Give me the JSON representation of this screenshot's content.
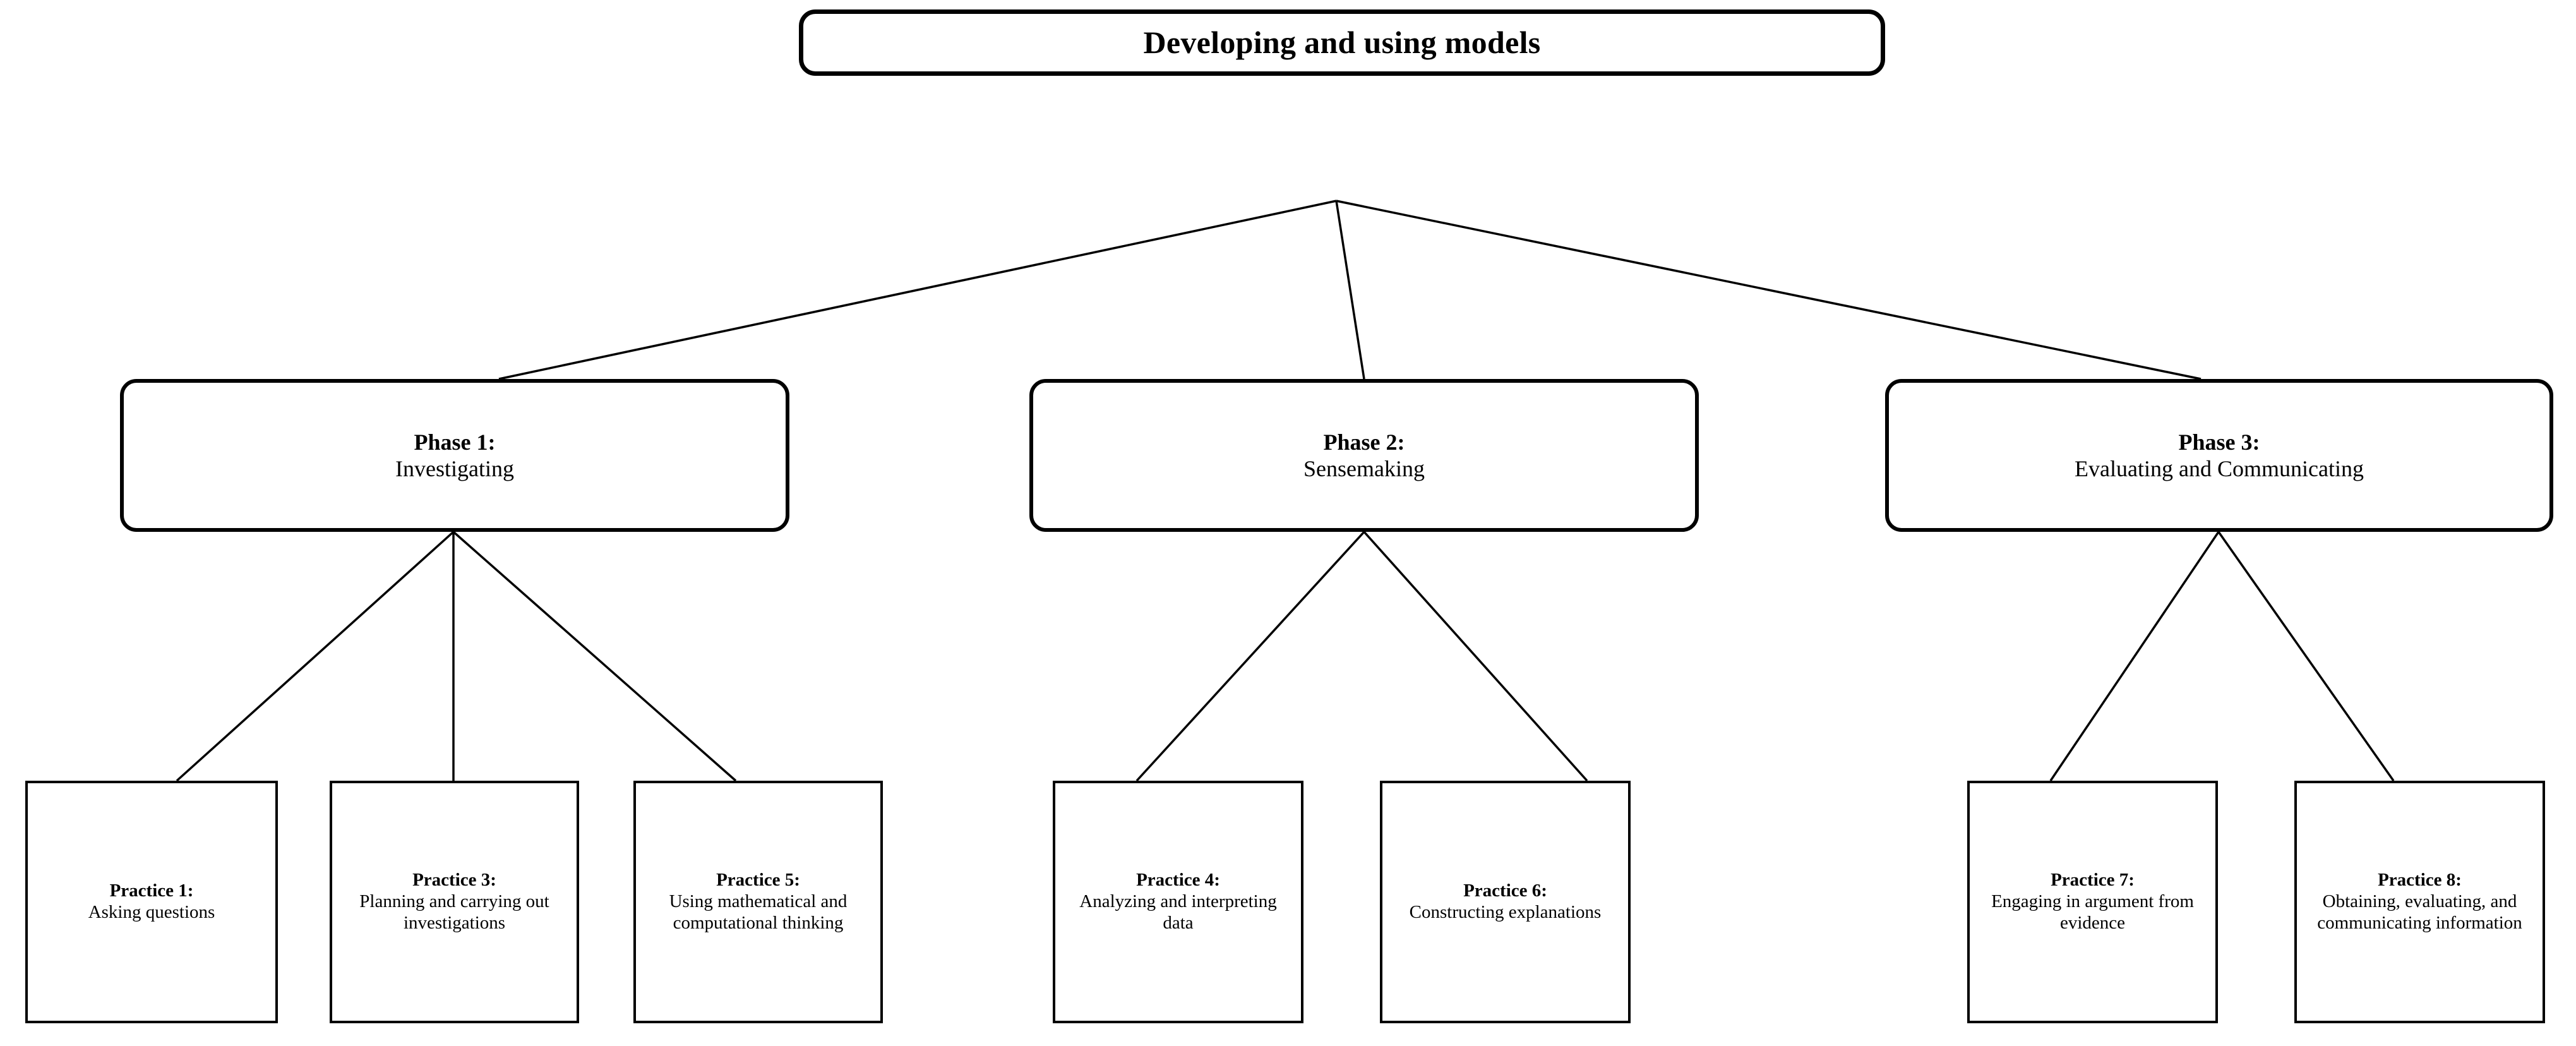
{
  "diagram": {
    "title": "Developing and using models",
    "root": {
      "label": "Developing and using models"
    },
    "phases": [
      {
        "id": "phase-1",
        "heading": "Phase 1:",
        "name": "Investigating"
      },
      {
        "id": "phase-2",
        "heading": "Phase 2:",
        "name": "Sensemaking"
      },
      {
        "id": "phase-3",
        "heading": "Phase 3:",
        "name": "Evaluating and Communicating"
      }
    ],
    "practices": [
      {
        "id": "practice-1",
        "heading": "Practice 1:",
        "name": "Asking questions",
        "phase": "phase-1"
      },
      {
        "id": "practice-3",
        "heading": "Practice 3:",
        "name": "Planning and carrying out investigations",
        "phase": "phase-1"
      },
      {
        "id": "practice-5",
        "heading": "Practice 5:",
        "name": "Using mathematical and computational thinking",
        "phase": "phase-1"
      },
      {
        "id": "practice-4",
        "heading": "Practice 4:",
        "name": "Analyzing and interpreting data",
        "phase": "phase-2"
      },
      {
        "id": "practice-6",
        "heading": "Practice 6:",
        "name": "Constructing explanations",
        "phase": "phase-2"
      },
      {
        "id": "practice-7",
        "heading": "Practice 7:",
        "name": "Engaging in argument from evidence",
        "phase": "phase-3"
      },
      {
        "id": "practice-8",
        "heading": "Practice 8:",
        "name": "Obtaining, evaluating, and communicating information",
        "phase": "phase-3"
      }
    ],
    "colors": {
      "stroke": "#000000",
      "fill": "#ffffff",
      "text": "#000000"
    }
  }
}
